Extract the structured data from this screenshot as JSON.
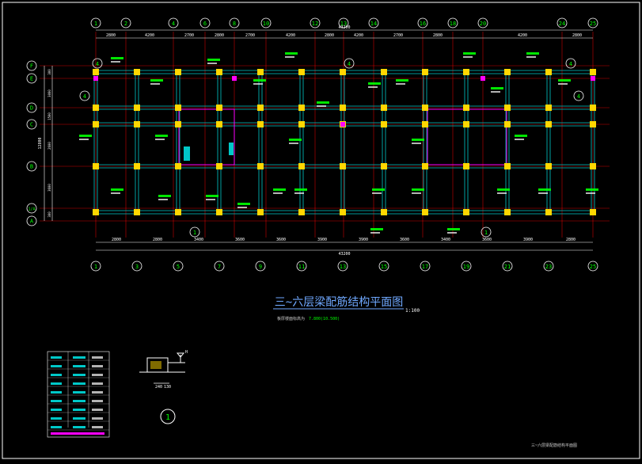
{
  "drawing": {
    "title": "三~六层梁配筋结构平面图",
    "scale": "1:100",
    "note_label": "板厚楼面标高为",
    "note_value": "7.800(10.500)",
    "footer_title": "三~六层梁配筋结构平面图"
  },
  "axes": {
    "top_labels": [
      "1",
      "2",
      "4",
      "6",
      "8",
      "10",
      "12",
      "13",
      "14",
      "16",
      "18",
      "20",
      "24",
      "25"
    ],
    "bottom_labels": [
      "1",
      "3",
      "5",
      "7",
      "9",
      "11",
      "13",
      "15",
      "17",
      "19",
      "21",
      "23",
      "25"
    ],
    "left_labels": [
      "F",
      "E",
      "D",
      "C",
      "B",
      "1/A",
      "A"
    ],
    "top_dims": [
      "2800",
      "4200",
      "2700",
      "2800",
      "2700",
      "4200",
      "2800",
      "4200",
      "2700",
      "2800",
      "4200",
      "2800"
    ],
    "top_total": "43200",
    "bottom_dims": [
      "2800",
      "2800",
      "3400",
      "3600",
      "3600",
      "3900",
      "3900",
      "3600",
      "3400",
      "3600",
      "3900",
      "2800"
    ],
    "bottom_total": "43200",
    "left_dims": [
      "300",
      "3000",
      "1500",
      "2600",
      "3600",
      "300"
    ],
    "left_total": "12800",
    "section_mark": "1",
    "detail_mark": "4"
  },
  "section_detail": {
    "dims": [
      "240",
      "130"
    ],
    "marker": "1",
    "level": "H"
  },
  "colors": {
    "background": "#000000",
    "axis_line": "#ff0000",
    "beam": "#00c8c8",
    "column": "#ffd700",
    "green_text": "#00ff00",
    "white": "#ffffff",
    "magenta": "#ff00ff",
    "title": "#6fa8ff"
  }
}
